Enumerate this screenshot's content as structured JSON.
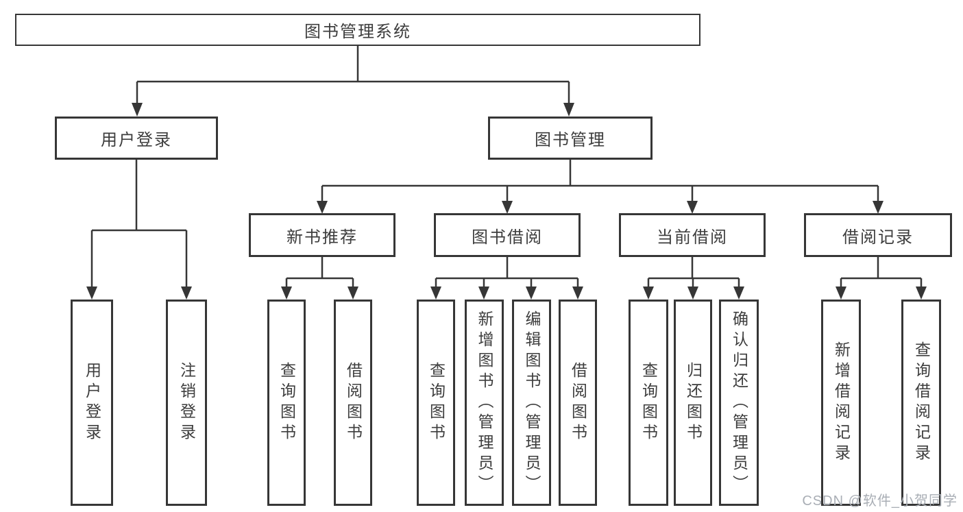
{
  "root": {
    "label": "图书管理系统"
  },
  "level2": [
    {
      "id": "user-login",
      "label": "用户登录"
    },
    {
      "id": "book-management",
      "label": "图书管理"
    }
  ],
  "level3": [
    {
      "id": "new-book-recommendation",
      "label": "新书推荐",
      "parent": "图书管理"
    },
    {
      "id": "book-borrowing",
      "label": "图书借阅",
      "parent": "图书管理"
    },
    {
      "id": "current-borrowing",
      "label": "当前借阅",
      "parent": "图书管理"
    },
    {
      "id": "borrowing-records",
      "label": "借阅记录",
      "parent": "图书管理"
    }
  ],
  "leaves": [
    {
      "parent": "用户登录",
      "label": "用户登录"
    },
    {
      "parent": "用户登录",
      "label": "注销登录"
    },
    {
      "parent": "新书推荐",
      "label": "查询图书"
    },
    {
      "parent": "新书推荐",
      "label": "借阅图书"
    },
    {
      "parent": "图书借阅",
      "label": "查询图书"
    },
    {
      "parent": "图书借阅",
      "label": "新增图书（管理员）"
    },
    {
      "parent": "图书借阅",
      "label": "编辑图书（管理员）"
    },
    {
      "parent": "图书借阅",
      "label": "借阅图书"
    },
    {
      "parent": "当前借阅",
      "label": "查询图书"
    },
    {
      "parent": "当前借阅",
      "label": "归还图书"
    },
    {
      "parent": "当前借阅",
      "label": "确认归还（管理员）"
    },
    {
      "parent": "借阅记录",
      "label": "新增借阅记录"
    },
    {
      "parent": "借阅记录",
      "label": "查询借阅记录"
    }
  ],
  "watermark": "CSDN @软件_小贺同学",
  "colors": {
    "line": "#363636",
    "box_border": "#363636",
    "box_bg": "#ffffff",
    "text": "#3d3d3d",
    "watermark": "#a9aeb5"
  }
}
